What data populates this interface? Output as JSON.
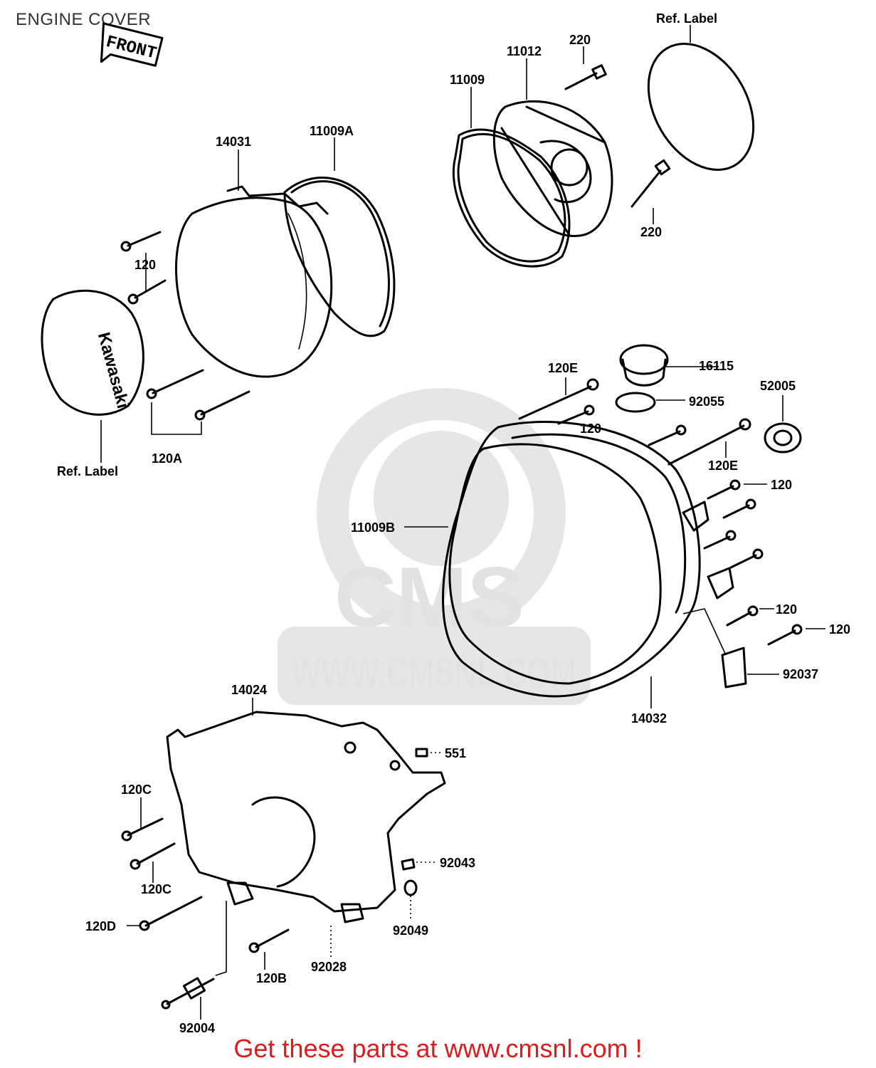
{
  "title": "ENGINE COVER",
  "front_tag": "FRONT",
  "brand_logo_text": "Kawasaki",
  "watermark": {
    "letters": "CMS",
    "url": "WWW.CMSNL.COM"
  },
  "callouts": {
    "ref_label_top": "Ref. Label",
    "ref_label_left": "Ref. Label",
    "p220_top": "220",
    "p220_bottom": "220",
    "p11012": "11012",
    "p11009": "11009",
    "p11009a": "11009A",
    "p14031": "14031",
    "p120_left": "120",
    "p120a": "120A",
    "p16115": "16115",
    "p120e_top": "120E",
    "p92055": "92055",
    "p52005": "52005",
    "p120_mid": "120",
    "p120e_right": "120E",
    "p120_r1": "120",
    "p11009b": "11009B",
    "p120_r2": "120",
    "p120_r3": "120",
    "p92037": "92037",
    "p14032": "14032",
    "p14024": "14024",
    "p551": "551",
    "p120c_top": "120C",
    "p120c_bottom": "120C",
    "p92043": "92043",
    "p92049": "92049",
    "p120d": "120D",
    "p92028": "92028",
    "p120b": "120B",
    "p92004": "92004"
  },
  "footer": "Get these parts at www.cmsnl.com !",
  "colors": {
    "footer_text": "#dd1c1c",
    "line_art": "#000000",
    "watermark": "#e2e2e2"
  }
}
